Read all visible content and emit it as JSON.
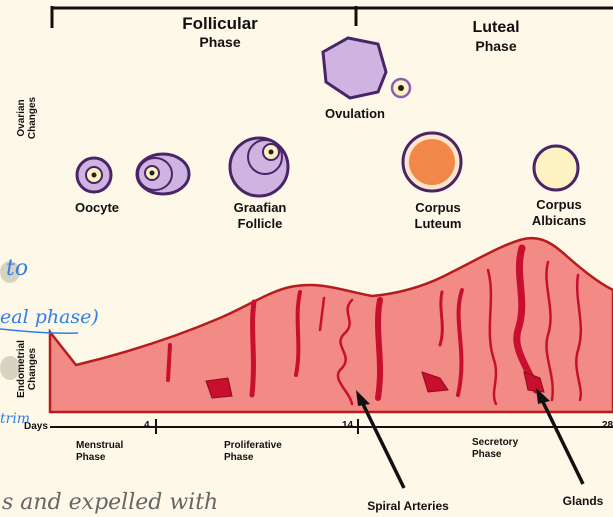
{
  "phases": {
    "follicular_line1": "Follicular",
    "follicular_line2": "Phase",
    "luteal_line1": "Luteal",
    "luteal_line2": "Phase"
  },
  "ovulation": "Ovulation",
  "side_labels": {
    "ovarian_line1": "Ovarian",
    "ovarian_line2": "Changes",
    "endometrial_line1": "Endometrial",
    "endometrial_line2": "Changes"
  },
  "structures": {
    "oocyte": "Oocyte",
    "graafian_line1": "Graafian",
    "graafian_line2": "Follicle",
    "corpus_luteum_line1": "Corpus",
    "corpus_luteum_line2": "Luteum",
    "corpus_albicans_line1": "Corpus",
    "corpus_albicans_line2": "Albicans"
  },
  "days_axis": {
    "label": "Days",
    "ticks": [
      "4",
      "14",
      "28"
    ]
  },
  "stage_labels": {
    "menstrual_line1": "Menstrual",
    "menstrual_line2": "Phase",
    "proliferative_line1": "Proliferative",
    "proliferative_line2": "Phase",
    "secretory_line1": "Secretory",
    "secretory_line2": "Phase"
  },
  "callouts": {
    "spiral_arteries": "Spiral Arteries",
    "glands": "Glands"
  },
  "handwriting": {
    "note1": "to",
    "note2": "eal phase)",
    "note3": "trim",
    "note4": "s and expelled with"
  },
  "colors": {
    "background": "#fdf8e8",
    "endometrium_fill": "#f28a86",
    "endometrium_outline": "#b71c1c",
    "artery": "#c8102e",
    "follicle_purple": "#8e5bb5",
    "follicle_fill": "#cfb4e2",
    "corpus_luteum_orange": "#f2874a",
    "corpus_albicans_cream": "#fdf3c0",
    "handwriting_blue": "#2f7fe8"
  }
}
